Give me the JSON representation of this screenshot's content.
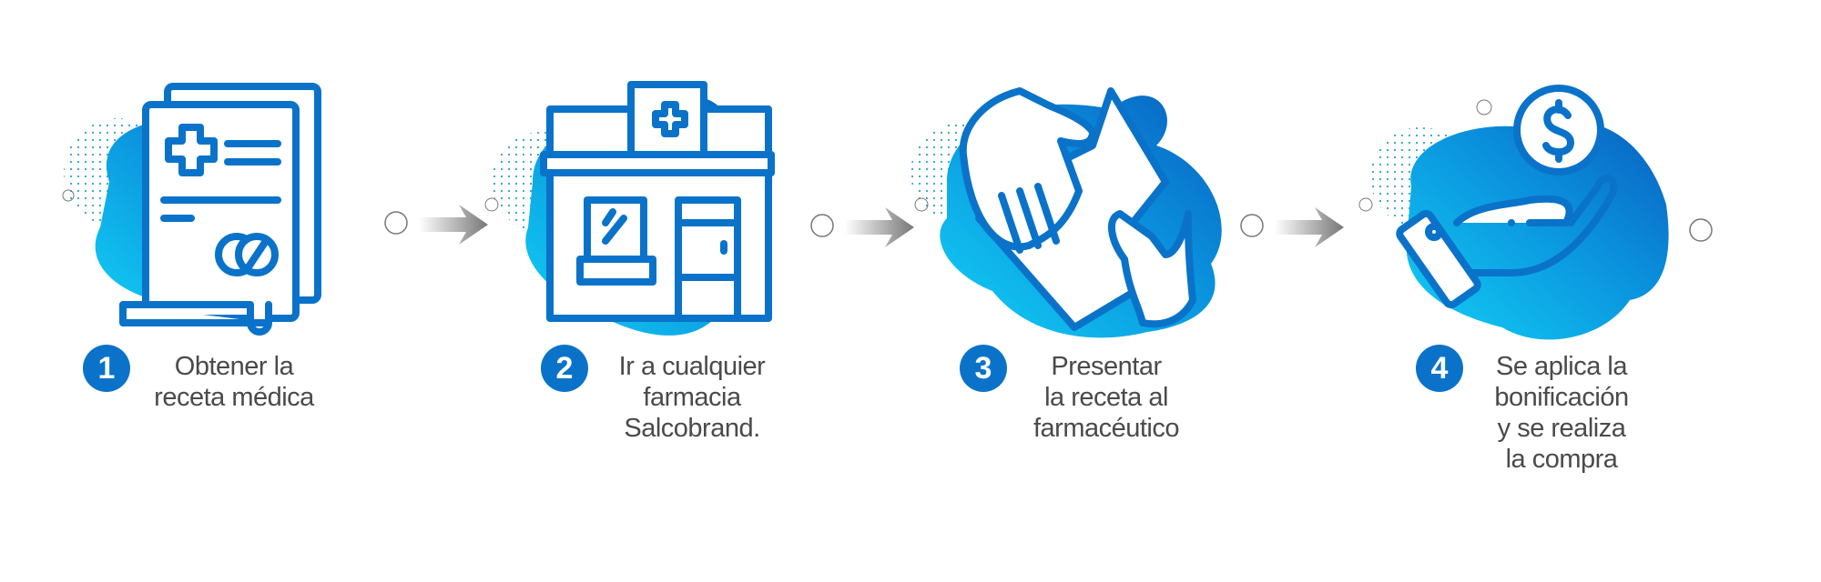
{
  "colors": {
    "primary": "#0a73c9",
    "cyan": "#12c8ef",
    "text": "#4a4a4a",
    "arrow": "#8a8a8a"
  },
  "steps": [
    {
      "number": "1",
      "lines": [
        "Obtener la",
        "receta médica"
      ],
      "icon": "prescription-icon"
    },
    {
      "number": "2",
      "lines": [
        "Ir a cualquier",
        "farmacia",
        "Salcobrand."
      ],
      "icon": "pharmacy-store-icon"
    },
    {
      "number": "3",
      "lines": [
        "Presentar",
        "la receta al",
        "farmacéutico"
      ],
      "icon": "handing-prescription-icon"
    },
    {
      "number": "4",
      "lines": [
        "Se aplica la",
        "bonificación",
        "y se realiza",
        "la compra"
      ],
      "icon": "hand-coin-icon"
    }
  ]
}
